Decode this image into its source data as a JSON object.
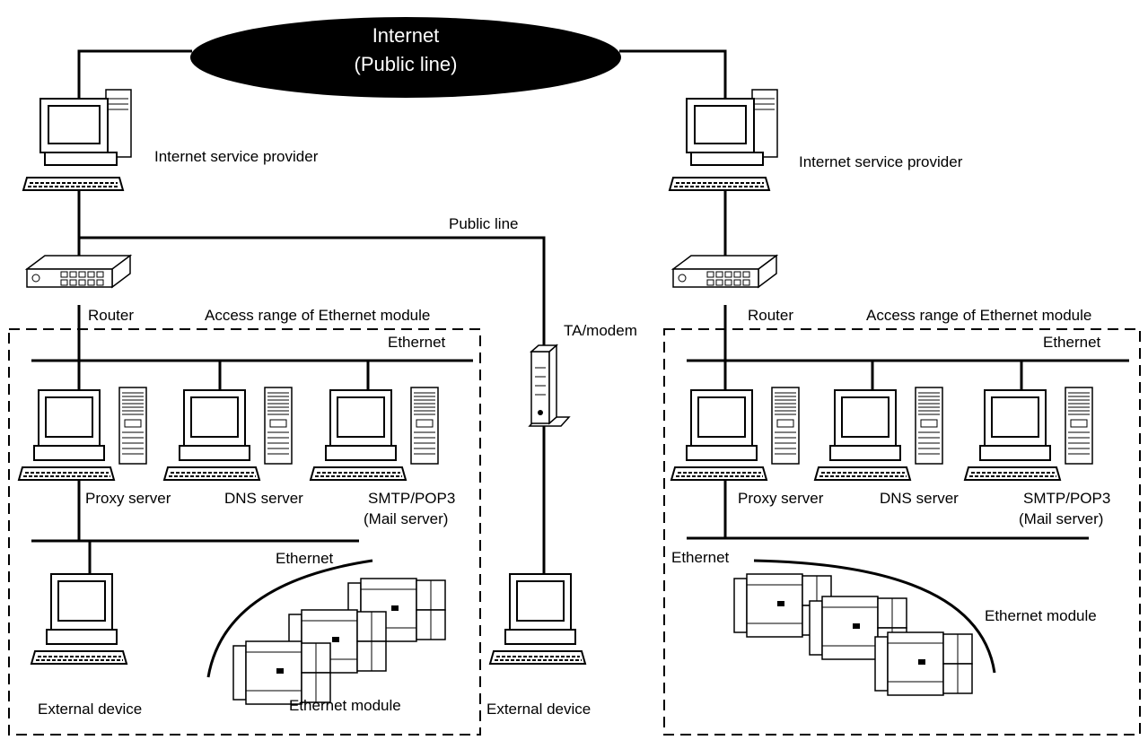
{
  "internet": {
    "line1": "Internet",
    "line2": "(Public line)"
  },
  "public_line": "Public line",
  "ta_modem": "TA/modem",
  "left": {
    "isp": "Internet service provider",
    "router": "Router",
    "access_range": "Access range of Ethernet module",
    "ethernet_top": "Ethernet",
    "proxy": "Proxy server",
    "dns": "DNS server",
    "smtp": "SMTP/POP3",
    "mail": "(Mail server)",
    "ethernet_bottom": "Ethernet",
    "external_device": "External device",
    "ethernet_module": "Ethernet module"
  },
  "middle": {
    "external_device": "External device"
  },
  "right": {
    "isp": "Internet service provider",
    "router": "Router",
    "access_range": "Access range of Ethernet module",
    "ethernet_top": "Ethernet",
    "proxy": "Proxy server",
    "dns": "DNS server",
    "smtp": "SMTP/POP3",
    "mail": "(Mail server)",
    "ethernet_bottom": "Ethernet",
    "ethernet_module": "Ethernet module"
  }
}
